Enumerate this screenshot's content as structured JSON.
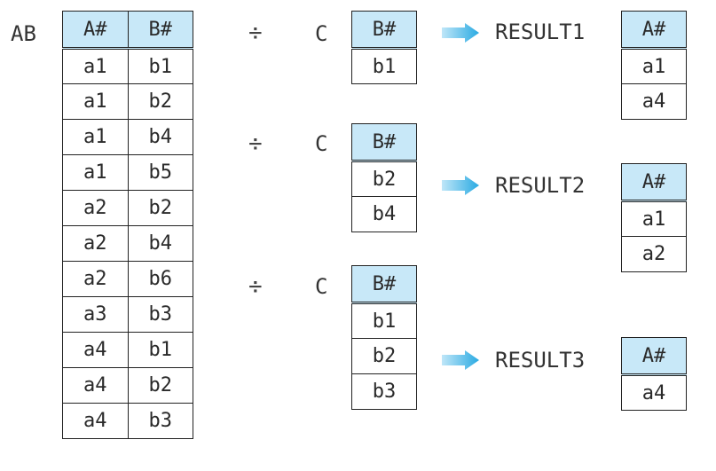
{
  "colors": {
    "header_fill": "#c8e8f8",
    "border": "#222222",
    "arrow": "#29aae2"
  },
  "ab": {
    "name": "AB",
    "headers": [
      "A#",
      "B#"
    ],
    "rows": [
      [
        "a1",
        "b1"
      ],
      [
        "a1",
        "b2"
      ],
      [
        "a1",
        "b4"
      ],
      [
        "a1",
        "b5"
      ],
      [
        "a2",
        "b2"
      ],
      [
        "a2",
        "b4"
      ],
      [
        "a2",
        "b6"
      ],
      [
        "a3",
        "b3"
      ],
      [
        "a4",
        "b1"
      ],
      [
        "a4",
        "b2"
      ],
      [
        "a4",
        "b3"
      ]
    ]
  },
  "operator": "÷",
  "divisors": [
    {
      "name": "C",
      "header": "B#",
      "rows": [
        "b1"
      ]
    },
    {
      "name": "C",
      "header": "B#",
      "rows": [
        "b2",
        "b4"
      ]
    },
    {
      "name": "C",
      "header": "B#",
      "rows": [
        "b1",
        "b2",
        "b3"
      ]
    }
  ],
  "results": [
    {
      "name": "RESULT1",
      "header": "A#",
      "rows": [
        "a1",
        "a4"
      ]
    },
    {
      "name": "RESULT2",
      "header": "A#",
      "rows": [
        "a1",
        "a2"
      ]
    },
    {
      "name": "RESULT3",
      "header": "A#",
      "rows": [
        "a4"
      ]
    }
  ]
}
